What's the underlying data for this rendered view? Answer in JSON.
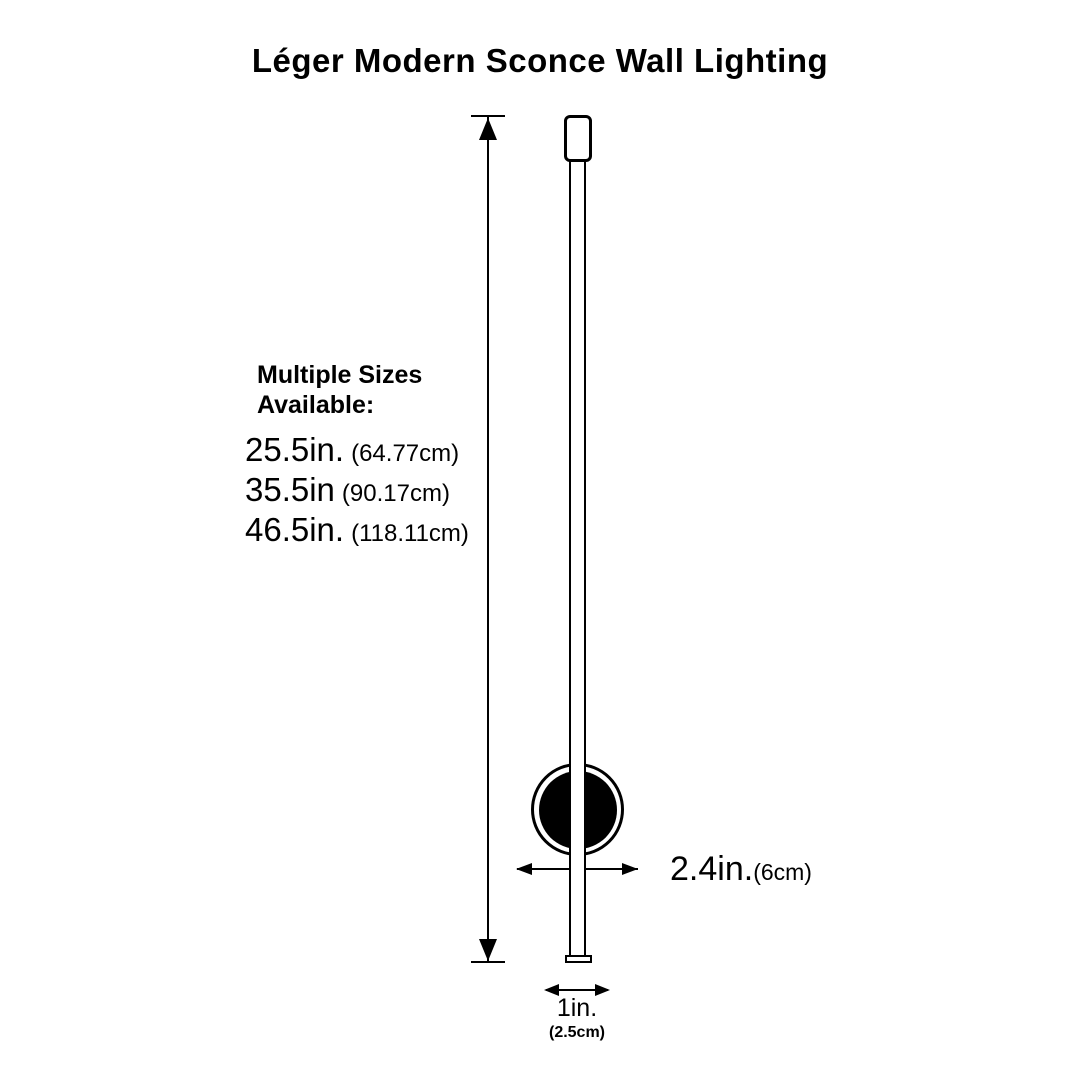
{
  "title": "Léger Modern Sconce Wall Lighting",
  "sizes_block": {
    "header_line1": "Multiple Sizes",
    "header_line2": "Available:",
    "options": [
      {
        "inches": "25.5in.",
        "cm": "(64.77cm)"
      },
      {
        "inches": "35.5in",
        "cm": "(90.17cm)"
      },
      {
        "inches": "46.5in.",
        "cm": "(118.11cm)"
      }
    ]
  },
  "dimensions": {
    "mount_width": {
      "inches": "2.4in.",
      "cm": "(6cm)"
    },
    "base_width": {
      "inches": "1in.",
      "cm": "(2.5cm)"
    }
  },
  "colors": {
    "line": "#000000",
    "background": "#ffffff",
    "mount_fill": "#000000"
  }
}
